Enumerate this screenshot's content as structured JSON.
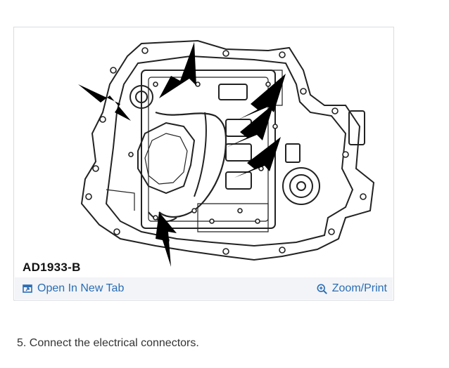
{
  "figure": {
    "code": "AD1933-B",
    "actions": {
      "open_new_tab": {
        "label": "Open In New Tab",
        "icon": "open-new-tab-icon"
      },
      "zoom_print": {
        "label": "Zoom/Print",
        "icon": "magnifier-plus-icon"
      }
    }
  },
  "step": {
    "text": "5. Connect the electrical connectors."
  },
  "colors": {
    "link": "#2a6db5",
    "toolbar_bg": "#f2f4f7",
    "card_border": "#d9dde3"
  }
}
